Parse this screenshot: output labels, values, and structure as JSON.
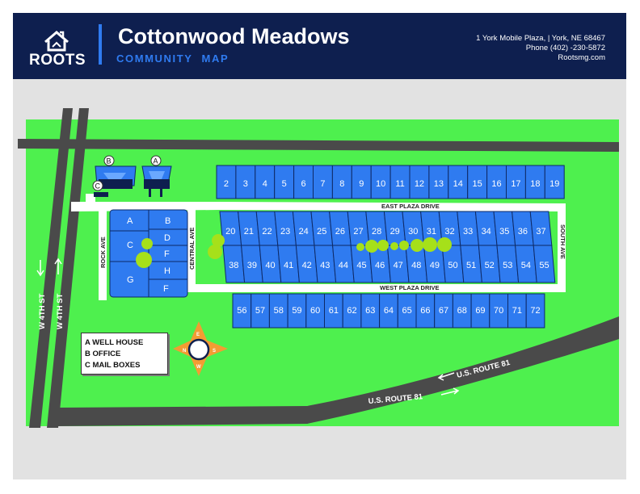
{
  "header": {
    "logo_text": "ROOTS",
    "title": "Cottonwood Meadows",
    "subtitle": "COMMUNITY MAP",
    "address": "1 York Mobile Plaza, | York, NE 68467",
    "phone": "Phone (402) -230-5872",
    "website": "Rootsmg.com"
  },
  "colors": {
    "header_bg": "#0e1f4f",
    "accent": "#2f7bf0",
    "grass": "#4ef04e",
    "lot": "#2f7bf0",
    "road": "#4a4a4a",
    "background": "#e2e2e2",
    "tree": "#a6e01a",
    "compass": "#f39c33"
  },
  "roads": {
    "east_plaza": "EAST PLAZA DRIVE",
    "west_plaza": "WEST PLAZA DRIVE",
    "south_ave": "SOUTH AVE",
    "rock_ave": "ROCK AVE",
    "central_ave": "CENTRAL AVE",
    "w4th_left": "W 4TH ST",
    "w4th_right": "W 4TH ST",
    "route81_upper": "U.S. ROUTE 81",
    "route81_lower": "U.S. ROUTE 81"
  },
  "lots": {
    "top_row": [
      "2",
      "3",
      "4",
      "5",
      "6",
      "7",
      "8",
      "9",
      "10",
      "11",
      "12",
      "13",
      "14",
      "15",
      "16",
      "17",
      "18",
      "19"
    ],
    "middle_upper": [
      "20",
      "21",
      "22",
      "23",
      "24",
      "25",
      "26",
      "27",
      "28",
      "29",
      "30",
      "31",
      "32",
      "33",
      "34",
      "35",
      "36",
      "37"
    ],
    "middle_lower": [
      "38",
      "39",
      "40",
      "41",
      "42",
      "43",
      "44",
      "45",
      "46",
      "47",
      "48",
      "49",
      "50",
      "51",
      "52",
      "53",
      "54",
      "55"
    ],
    "bottom_row": [
      "56",
      "57",
      "58",
      "59",
      "60",
      "61",
      "62",
      "63",
      "64",
      "65",
      "66",
      "67",
      "68",
      "69",
      "70",
      "71",
      "72"
    ],
    "block_left": [
      "A",
      "C",
      "G"
    ],
    "block_right": [
      "B",
      "D",
      "F",
      "H",
      "F"
    ]
  },
  "buildings": {
    "markers": [
      "B",
      "A",
      "C"
    ]
  },
  "legend": {
    "items": [
      "A WELL HOUSE",
      "B OFFICE",
      "C MAIL BOXES"
    ]
  },
  "compass": {
    "n": "N",
    "e": "E",
    "s": "S",
    "w": "W"
  }
}
